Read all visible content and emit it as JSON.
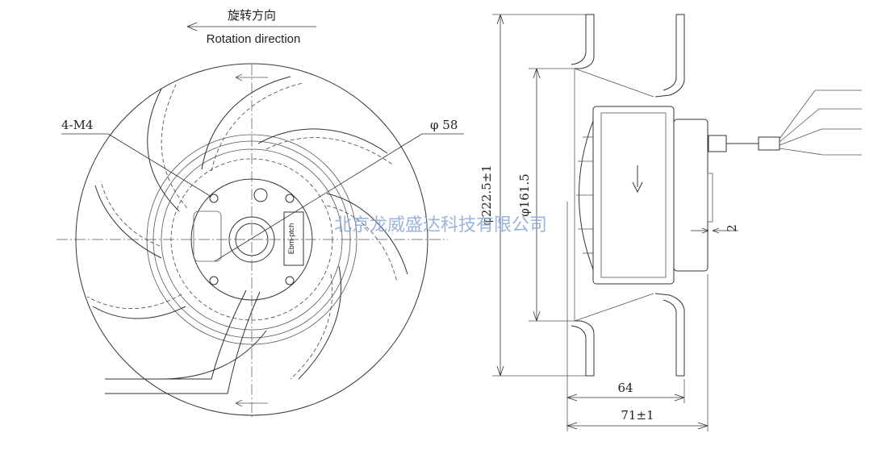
{
  "rotation": {
    "label_cn": "旋转方向",
    "label_en": "Rotation direction"
  },
  "front_view": {
    "thread_label": "4-M4",
    "hub_diameter_label": "φ 58",
    "motor_label": "Ebm-ptch"
  },
  "side_view": {
    "outer_diameter_label": "φ222.5±1",
    "inner_diameter_label": "φ161.5",
    "gap_label": "2",
    "depth_label": "64",
    "total_depth_label": "71±1"
  },
  "watermark": "北京龙威盛达科技有限公司",
  "colors": {
    "line": "#333333",
    "watermark": "#8aa7d6"
  }
}
